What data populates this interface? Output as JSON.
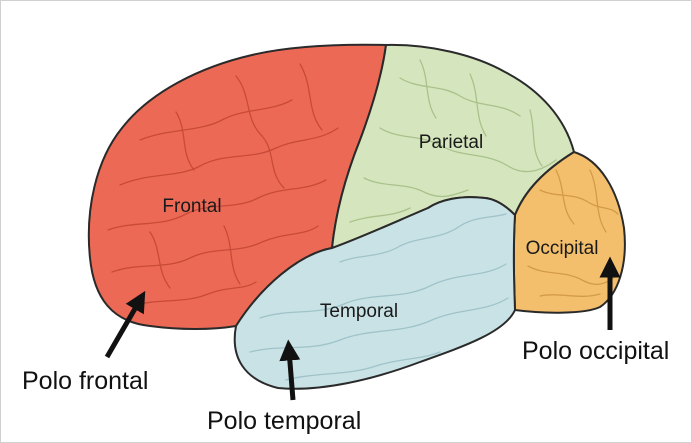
{
  "lobes": {
    "frontal": {
      "label": "Frontal",
      "color": "#ec6a55"
    },
    "parietal": {
      "label": "Parietal",
      "color": "#d5e5bd"
    },
    "temporal": {
      "label": "Temporal",
      "color": "#c9e2e6"
    },
    "occipital": {
      "label": "Occipital",
      "color": "#f4bf6c"
    }
  },
  "poles": {
    "frontal": {
      "label": "Polo frontal"
    },
    "temporal": {
      "label": "Polo temporal"
    },
    "occipital": {
      "label": "Polo occipital"
    }
  },
  "colors": {
    "outline": "#2a2a2a",
    "arrow": "#111111",
    "frame_border": "#d0d0d0"
  }
}
